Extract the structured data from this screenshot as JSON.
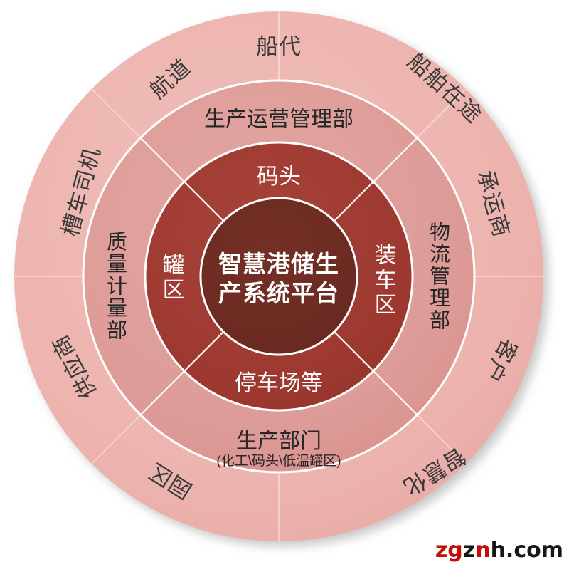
{
  "diagram": {
    "title": "智慧港储生产系统平台 concentric ring diagram",
    "core": {
      "line1": "智慧港储生",
      "line2": "产系统平台"
    },
    "inner_ring": {
      "segments": [
        {
          "position": "top",
          "label": "码头"
        },
        {
          "position": "right",
          "label": "装车区"
        },
        {
          "position": "bottom",
          "label": "停车场等"
        },
        {
          "position": "left",
          "label": "罐区"
        }
      ]
    },
    "middle_ring": {
      "segments": [
        {
          "position": "top",
          "label": "生产运营管理部",
          "sub": ""
        },
        {
          "position": "right",
          "label": "物流管理部",
          "sub": ""
        },
        {
          "position": "bottom",
          "label": "生产部门",
          "sub": "(化工\\码头\\低温罐区)"
        },
        {
          "position": "left",
          "label": "质量计量部",
          "sub": ""
        }
      ]
    },
    "outer_ring": {
      "labels": [
        {
          "position": "top",
          "label": "船代"
        },
        {
          "position": "top-left",
          "label": "航道"
        },
        {
          "position": "top-right",
          "label": "船舶在途"
        },
        {
          "position": "left",
          "label": "槽车司机"
        },
        {
          "position": "right",
          "label": "承运商"
        },
        {
          "position": "bottom-left-upper",
          "label": "供应商"
        },
        {
          "position": "bottom-right-upper",
          "label": "客户"
        },
        {
          "position": "bottom-left",
          "label": "园区"
        },
        {
          "position": "bottom-right",
          "label": "智慧化"
        }
      ]
    },
    "colors": {
      "outer_ring": "#eeb6b2",
      "middle_ring": "#e0a09d",
      "inner_ring": "#a03c33",
      "core": "#6e2a22",
      "divider": "#ffffff",
      "outer_text": "#3a3a3a",
      "inner_text": "#ffffff",
      "background": "#ffffff"
    }
  },
  "watermark": {
    "part1": "zg",
    "part2": "z",
    "part3": "n",
    "part4": "h.com"
  }
}
